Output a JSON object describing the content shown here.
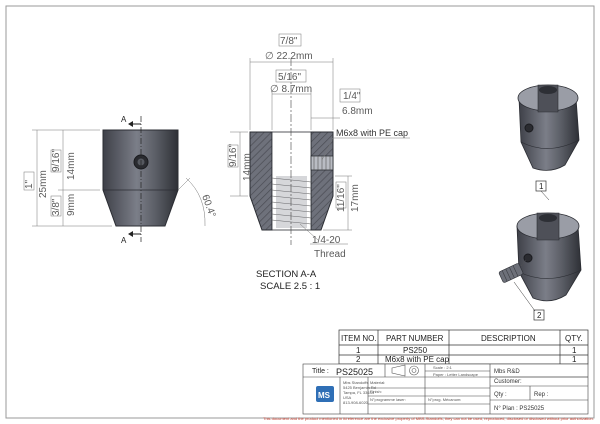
{
  "dims": {
    "a_top": "A",
    "a_bottom": "A",
    "in_total": "1\"",
    "mm_total": "25mm",
    "in_upper": "9/16\"",
    "mm_upper": "14mm",
    "in_lower": "3/8\"",
    "mm_lower": "9mm",
    "angle": "60.4°",
    "in_outer_dia": "7/8\"",
    "mm_outer_dia": "∅ 22.2mm",
    "in_inner_dia": "5/16\"",
    "mm_inner_dia": "∅ 8.7mm",
    "in_slot": "1/4\"",
    "mm_slot": "6.8mm",
    "callout": "M6x8 with PE cap",
    "sec_in_upper": "9/16\"",
    "sec_mm_upper": "14mm",
    "sec_in_thread": "11/16\"",
    "sec_mm_thread": "17mm",
    "thread_size": "1/4-20",
    "thread_word": "Thread",
    "section_title": "SECTION A-A",
    "section_scale": "SCALE 2.5 : 1",
    "balloon_1": "1",
    "balloon_2": "2"
  },
  "bom": {
    "headers": [
      "ITEM NO.",
      "PART NUMBER",
      "DESCRIPTION",
      "QTY."
    ],
    "rows": [
      [
        "1",
        "PS250",
        "",
        "1"
      ],
      [
        "2",
        "M6x8 with PE cap",
        "",
        "1"
      ]
    ]
  },
  "title_block": {
    "title_label": "Title :",
    "title_value": "PS25025",
    "scale": "Scale : 2:1",
    "paper": "Paper : Letter Landscape",
    "company": "Mbs R&D",
    "customer": "Customer:",
    "material": "Material:",
    "finish": "Finish:",
    "qty": "Qty :",
    "rep": "Rep :",
    "prog_laser": "N°programme laser:",
    "prog_mecanum": "N°prog. Mécanum:",
    "plan": "N° Plan : PS25025",
    "address": [
      "Mbs Standoffs",
      "5425 Benjamin Rd",
      "Tampa, FL 33634",
      "USA",
      "813-908-6020"
    ],
    "logo_text": "MS"
  },
  "footer": "This document and the product mentioned in it/reference are the exclusive property of MBS-Standoffs, they can not be used, reproduced, disclosed or disclosed without prior authorization."
}
